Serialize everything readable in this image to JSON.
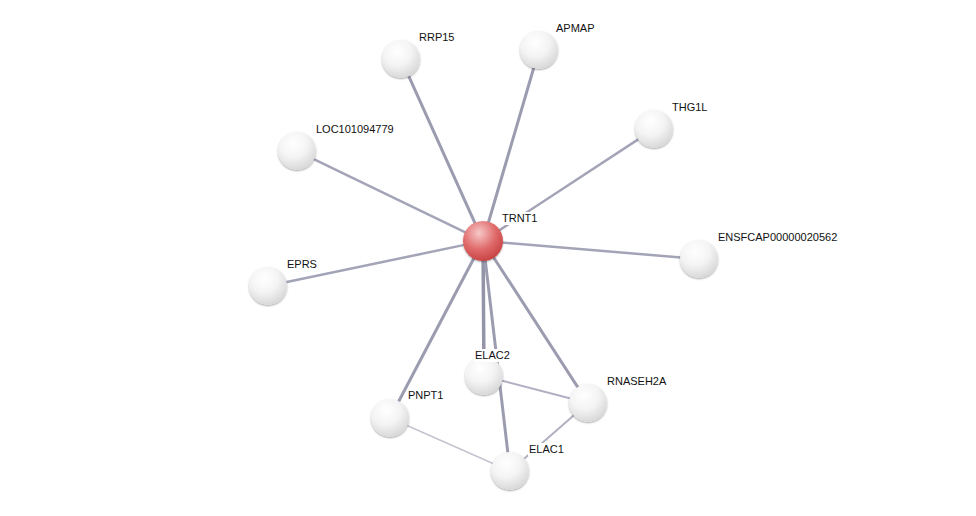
{
  "diagram": {
    "nodes": [
      {
        "text": [
          "TRNT1"
        ]
      },
      {
        "text": [
          "RRP15"
        ]
      },
      {
        "text": [
          "APMAP"
        ]
      },
      {
        "text": [
          "THG1L"
        ]
      },
      {
        "text": [
          "LOC101094779"
        ]
      },
      {
        "text": [
          "ENSFCAP00000020562"
        ]
      },
      {
        "text": [
          "EPRS"
        ]
      },
      {
        "text": [
          "ELAC2"
        ]
      },
      {
        "text": [
          "RNASEH2A"
        ]
      },
      {
        "text": [
          "PNPT1"
        ]
      },
      {
        "text": [
          "ELAC1"
        ]
      }
    ],
    "edges": [
      {
        "from": 0,
        "to": 1,
        "arrow": "none"
      },
      {
        "from": 0,
        "to": 2,
        "arrow": "none"
      },
      {
        "from": 0,
        "to": 3,
        "arrow": "none"
      },
      {
        "from": 0,
        "to": 4,
        "arrow": "none"
      },
      {
        "from": 0,
        "to": 5,
        "arrow": "none"
      },
      {
        "from": 0,
        "to": 6,
        "arrow": "none"
      },
      {
        "from": 0,
        "to": 7,
        "arrow": "none"
      },
      {
        "from": 0,
        "to": 8,
        "arrow": "none"
      },
      {
        "from": 0,
        "to": 9,
        "arrow": "none"
      },
      {
        "from": 0,
        "to": 10,
        "arrow": "none"
      },
      {
        "from": 7,
        "to": 8,
        "arrow": "none"
      },
      {
        "from": 9,
        "to": 10,
        "arrow": "none"
      },
      {
        "from": 8,
        "to": 10,
        "arrow": "none"
      }
    ]
  }
}
